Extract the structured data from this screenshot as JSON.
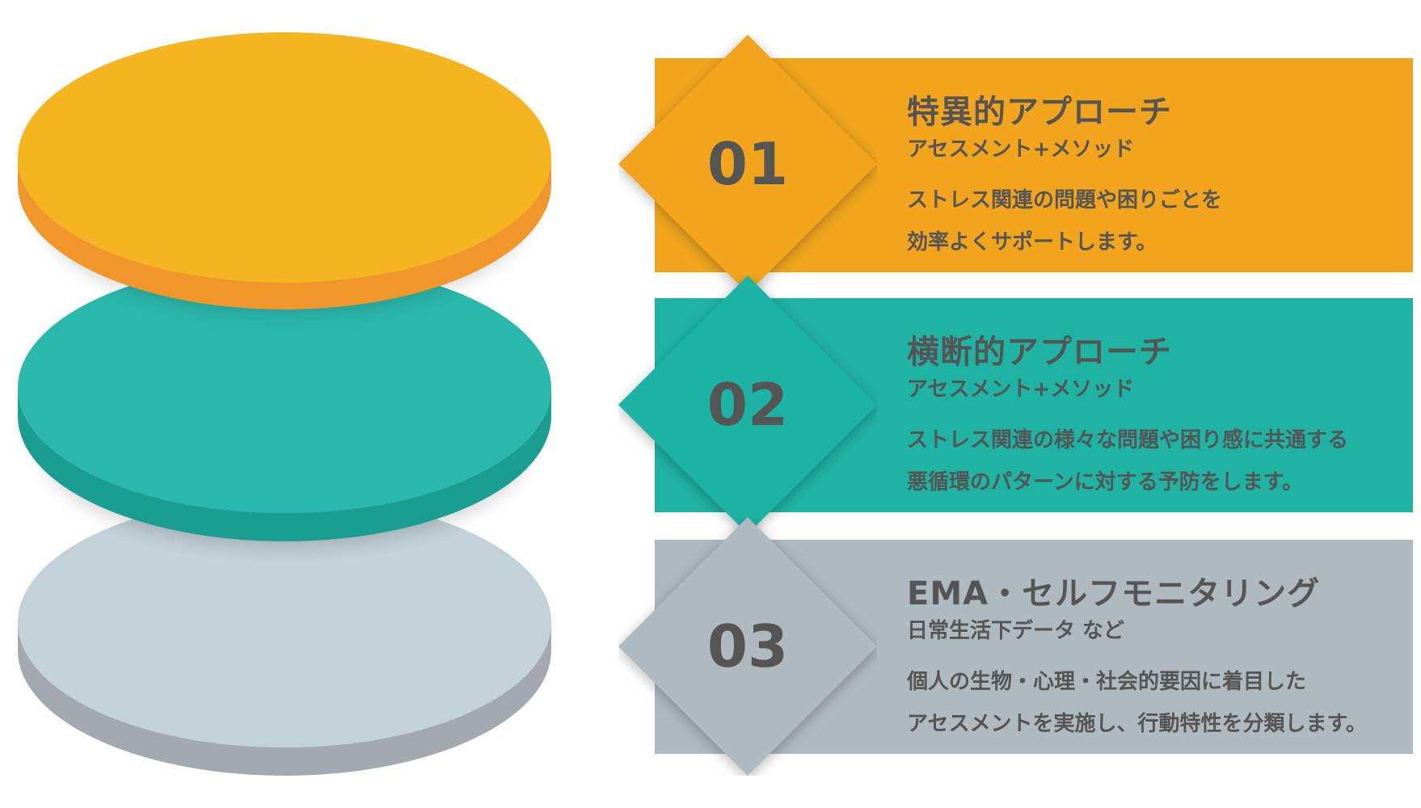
{
  "steps": [
    {
      "number": "01",
      "title": "特異的アプローチ",
      "subtitle": "アセスメント+メソッド",
      "description_lines": [
        "ストレス関連の問題や困りごとを",
        "効率よくサポートします。"
      ],
      "color": "#F2A51C",
      "disc_top_color": "#F5B520",
      "disc_side_color": "#F0962A"
    },
    {
      "number": "02",
      "title": "横断的アプローチ",
      "subtitle": "アセスメント+メソッド",
      "description_lines": [
        "ストレス関連の様々な問題や困り感に共通する",
        "悪循環のパターンに対する予防をします。"
      ],
      "color": "#1FB3A4",
      "disc_top_color": "#2AB8AC",
      "disc_side_color": "#1A9E92"
    },
    {
      "number": "03",
      "title": "EMA・セルフモニタリング",
      "subtitle": "日常生活下データ など",
      "description_lines": [
        "個人の生物・心理・社会的要因に着目した",
        "アセスメントを実施し、行動特性を分類します。"
      ],
      "color": "#AEB9C0",
      "disc_top_color": "#C3D1D8",
      "disc_side_color": "#A2A9B1"
    }
  ]
}
